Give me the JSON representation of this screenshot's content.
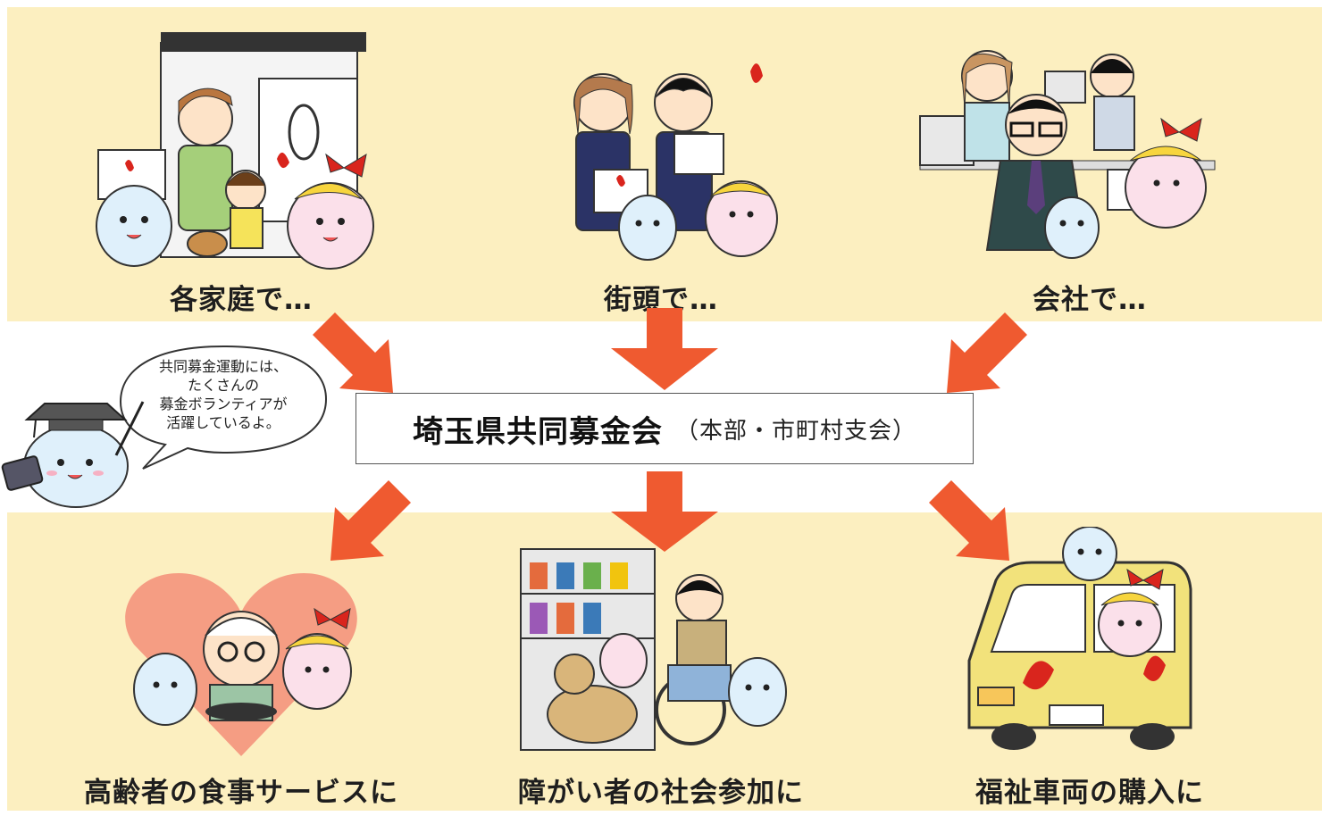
{
  "top_sources": [
    {
      "label": "各家庭で…"
    },
    {
      "label": "街頭で…"
    },
    {
      "label": "会社で…"
    }
  ],
  "organization": {
    "name": "埼玉県共同募金会",
    "sub": "（本部・市町村支会）"
  },
  "speech_bubble": {
    "lines": [
      "共同募金運動には、",
      "たくさんの",
      "募金ボランティアが",
      "活躍しているよ。"
    ]
  },
  "bottom_uses": [
    {
      "label": "高齢者の食事サービスに"
    },
    {
      "label": "障がい者の社会参加に"
    },
    {
      "label": "福祉車両の購入に"
    }
  ],
  "colors": {
    "band": "#fcefc0",
    "arrow": "#ef5a30",
    "heart": "#f59d83",
    "mascot": "#dff0fb",
    "mascot_pink": "#fbe0ea",
    "feather": "#d9251d"
  }
}
